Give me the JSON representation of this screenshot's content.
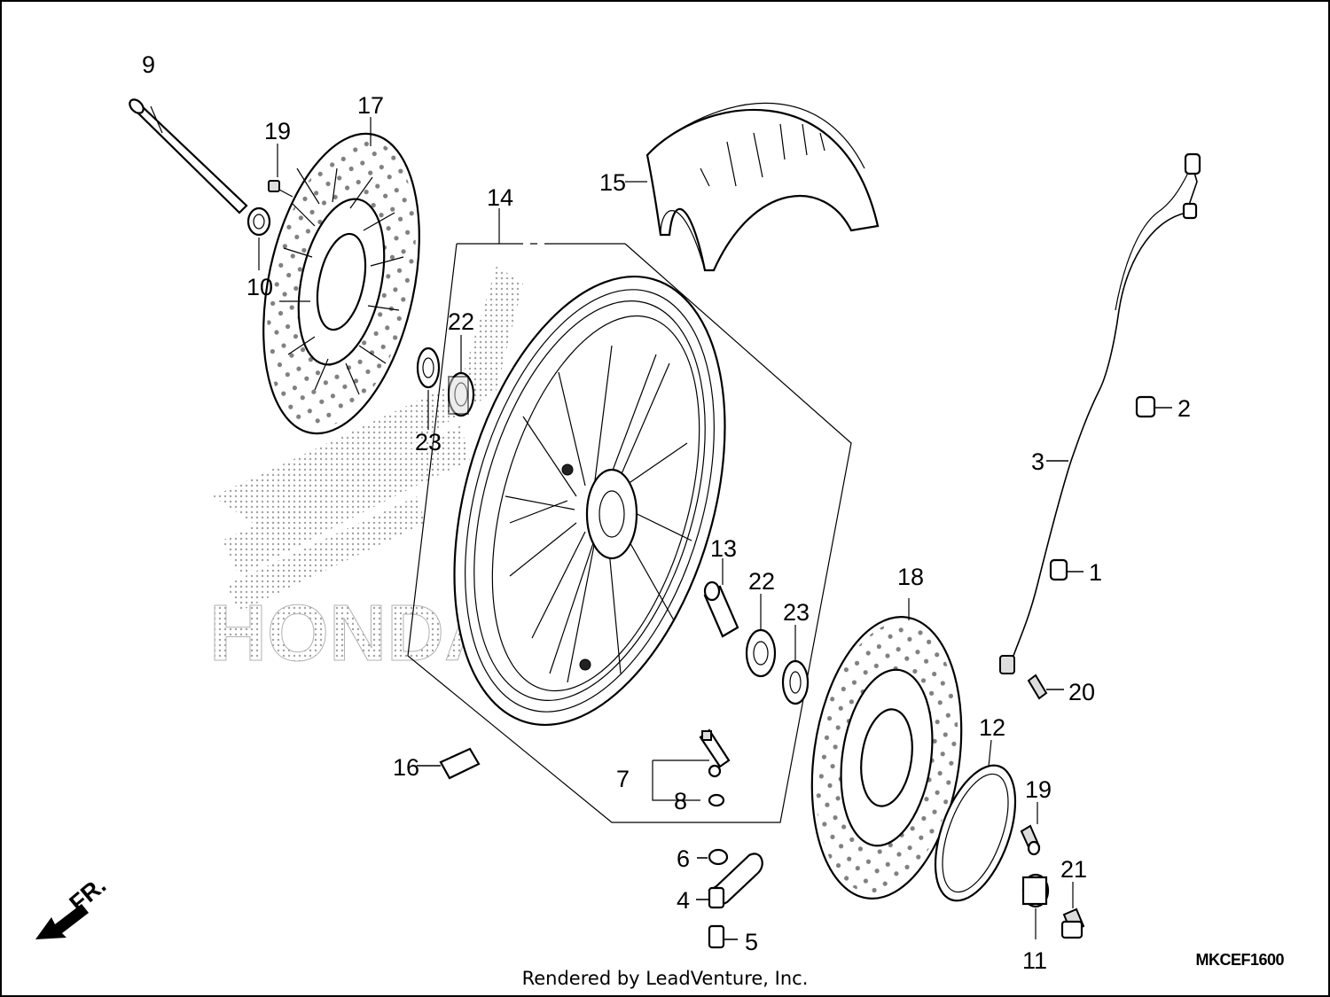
{
  "callouts": [
    {
      "id": "c1",
      "text": "1"
    },
    {
      "id": "c2",
      "text": "2"
    },
    {
      "id": "c3",
      "text": "3"
    },
    {
      "id": "c4",
      "text": "4"
    },
    {
      "id": "c5",
      "text": "5"
    },
    {
      "id": "c6",
      "text": "6"
    },
    {
      "id": "c7",
      "text": "7"
    },
    {
      "id": "c8",
      "text": "8"
    },
    {
      "id": "c9",
      "text": "9"
    },
    {
      "id": "c10",
      "text": "10"
    },
    {
      "id": "c11",
      "text": "11"
    },
    {
      "id": "c12",
      "text": "12"
    },
    {
      "id": "c13",
      "text": "13"
    },
    {
      "id": "c14",
      "text": "14"
    },
    {
      "id": "c15",
      "text": "15"
    },
    {
      "id": "c16",
      "text": "16"
    },
    {
      "id": "c17",
      "text": "17"
    },
    {
      "id": "c18",
      "text": "18"
    },
    {
      "id": "c19a",
      "text": "19"
    },
    {
      "id": "c19b",
      "text": "19"
    },
    {
      "id": "c20",
      "text": "20"
    },
    {
      "id": "c21",
      "text": "21"
    },
    {
      "id": "c22a",
      "text": "22"
    },
    {
      "id": "c22b",
      "text": "22"
    },
    {
      "id": "c23a",
      "text": "23"
    },
    {
      "id": "c23b",
      "text": "23"
    }
  ],
  "direction_label": "FR.",
  "watermark": "HONDA",
  "diagram_code": "MKCEF1600",
  "footer": "Rendered by LeadVenture, Inc."
}
